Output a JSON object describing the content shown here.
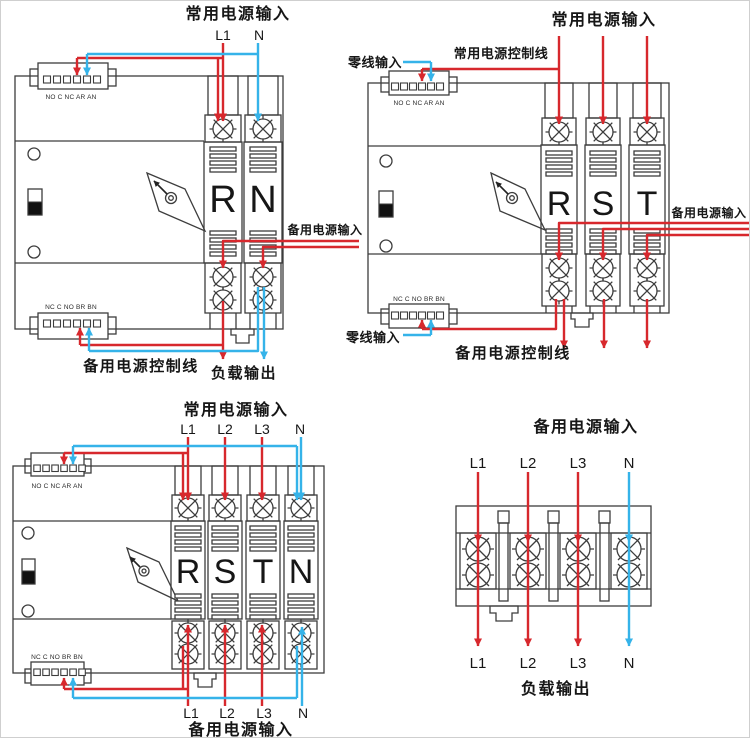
{
  "colors": {
    "live_wire": "#d7282d",
    "neutral_wire": "#35b3e9",
    "outline": "#3d3d3d"
  },
  "diagrams": {
    "two_pole": {
      "title": "常用电源输入",
      "input_labels": [
        "L1",
        "N"
      ],
      "top_connector_label": "NO C NC AR AN",
      "pole_labels": [
        "R",
        "N"
      ],
      "backup_input_label": "备用电源输入",
      "bottom_connector_label": "NC C NO BR BN",
      "backup_control_label": "备用电源控制线",
      "load_output_label": "负载输出"
    },
    "three_pole": {
      "title": "常用电源输入",
      "neutral_input_top_label": "零线输入",
      "main_control_label": "常用电源控制线",
      "top_connector_label": "NO C NC AR AN",
      "pole_labels": [
        "R",
        "S",
        "T"
      ],
      "backup_input_label": "备用电源输入",
      "bottom_connector_label": "NC C NO BR BN",
      "neutral_input_bottom_label": "零线输入",
      "backup_control_label": "备用电源控制线"
    },
    "four_pole": {
      "title": "常用电源输入",
      "input_labels": [
        "L1",
        "L2",
        "L3",
        "N"
      ],
      "top_connector_label": "NO C NC AR AN",
      "pole_labels": [
        "R",
        "S",
        "T",
        "N"
      ],
      "bottom_connector_label": "NC C NO BR BN",
      "backup_input_labels": [
        "L1",
        "L2",
        "L3",
        "N"
      ],
      "backup_input_title": "备用电源输入"
    },
    "backup_terminal": {
      "title": "备用电源输入",
      "input_labels": [
        "L1",
        "L2",
        "L3",
        "N"
      ],
      "output_labels": [
        "L1",
        "L2",
        "L3",
        "N"
      ],
      "load_output_label": "负载输出"
    }
  }
}
